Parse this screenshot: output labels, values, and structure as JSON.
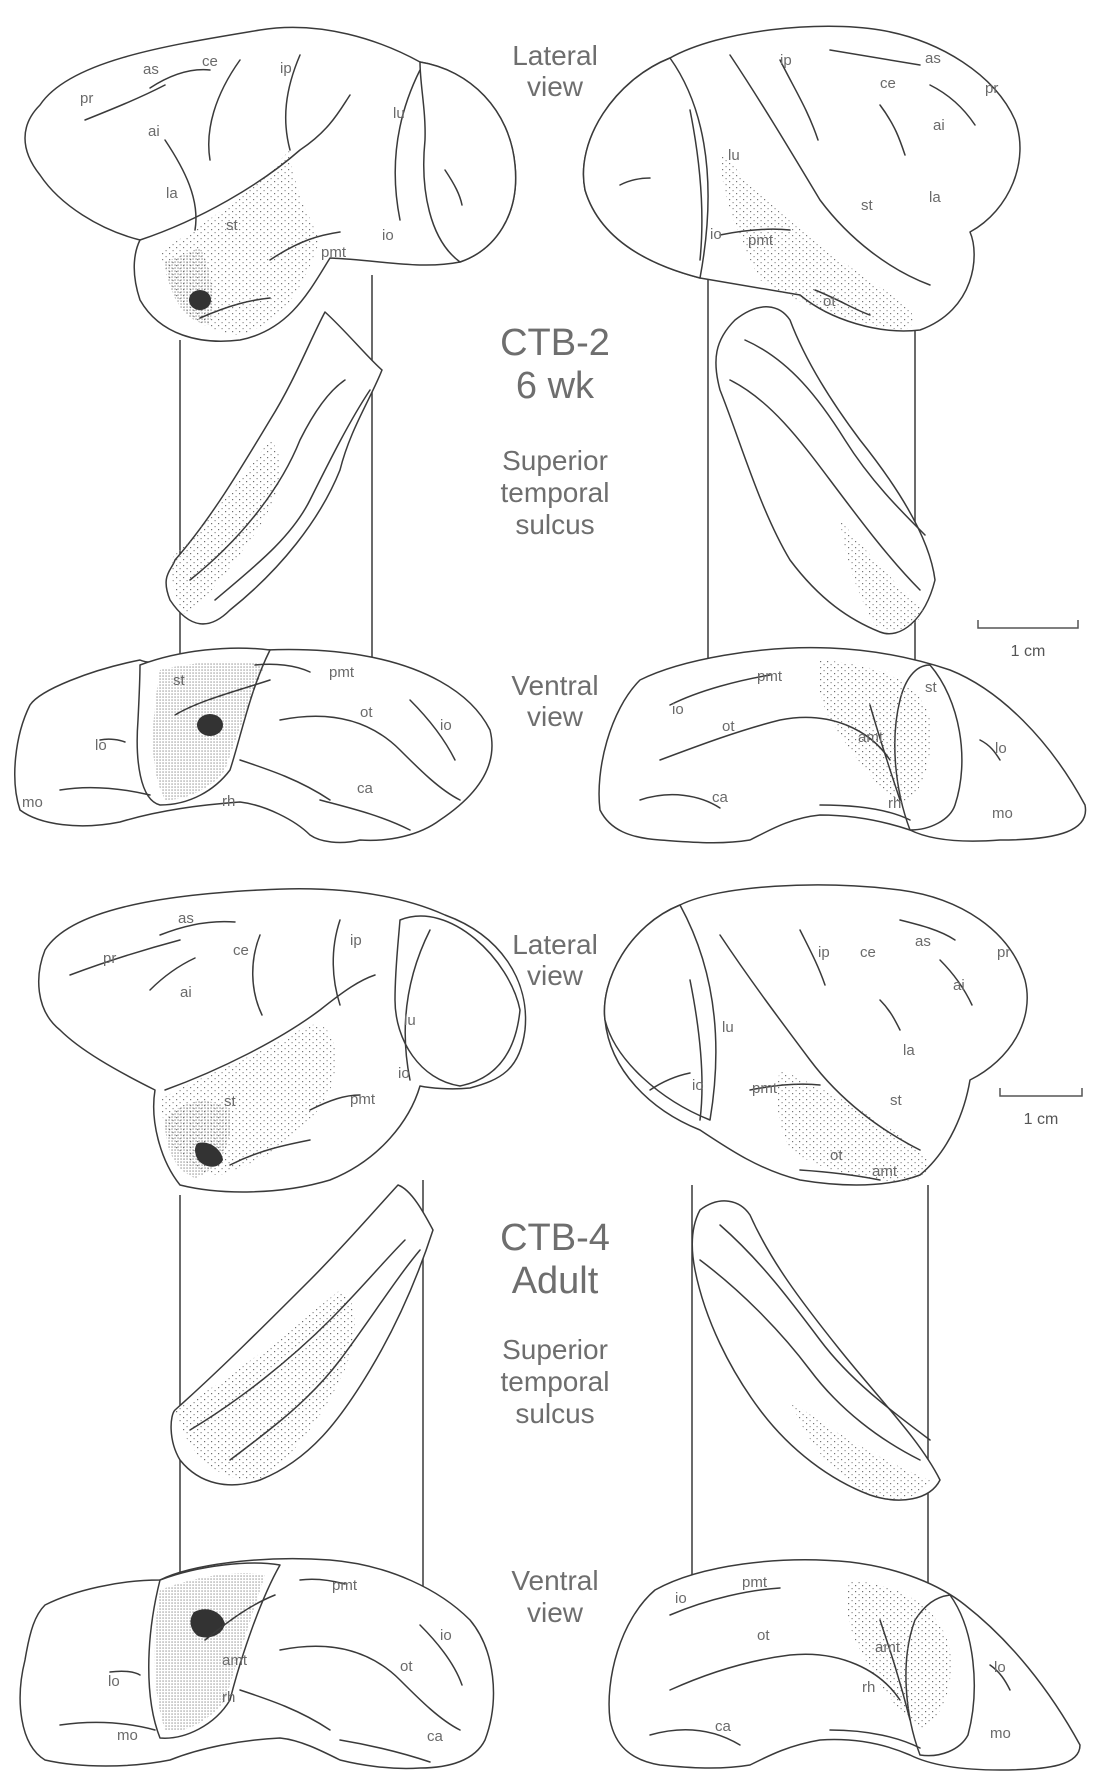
{
  "panels": [
    {
      "case": [
        "CTB-2",
        "6 wk"
      ],
      "lateral_title": [
        "Lateral",
        "view"
      ],
      "sts_title": [
        "Superior",
        "temporal",
        "sulcus"
      ],
      "ventral_title": [
        "Ventral",
        "view"
      ],
      "scale_label": "1 cm",
      "left_lateral_labels": [
        "pr",
        "as",
        "ce",
        "ip",
        "ai",
        "lu",
        "la",
        "st",
        "pmt",
        "io"
      ],
      "right_lateral_labels": [
        "ip",
        "as",
        "ce",
        "pr",
        "ai",
        "lu",
        "st",
        "la",
        "io",
        "pmt",
        "ot"
      ],
      "left_ventral_labels": [
        "st",
        "pmt",
        "ot",
        "io",
        "lo",
        "mo",
        "rh",
        "ca"
      ],
      "right_ventral_labels": [
        "pmt",
        "st",
        "io",
        "ot",
        "amt",
        "lo",
        "ca",
        "rh",
        "mo"
      ]
    },
    {
      "case": [
        "CTB-4",
        "Adult"
      ],
      "lateral_title": [
        "Lateral",
        "view"
      ],
      "sts_title": [
        "Superior",
        "temporal",
        "sulcus"
      ],
      "ventral_title": [
        "Ventral",
        "view"
      ],
      "scale_label": "1 cm",
      "left_lateral_labels": [
        "as",
        "pr",
        "ce",
        "ip",
        "ai",
        "lu",
        "io",
        "st",
        "pmt"
      ],
      "right_lateral_labels": [
        "as",
        "ip",
        "ce",
        "pr",
        "ai",
        "lu",
        "la",
        "io",
        "pmt",
        "st",
        "ot",
        "amt"
      ],
      "left_ventral_labels": [
        "pmt",
        "io",
        "amt",
        "ot",
        "lo",
        "rh",
        "mo",
        "ca"
      ],
      "right_ventral_labels": [
        "pmt",
        "io",
        "ot",
        "amt",
        "lo",
        "rh",
        "ca",
        "mo"
      ]
    }
  ],
  "colors": {
    "line": "#3a3a3a",
    "label": "#6a6a6a",
    "lesion": "#333333",
    "stipple": "#555555"
  }
}
